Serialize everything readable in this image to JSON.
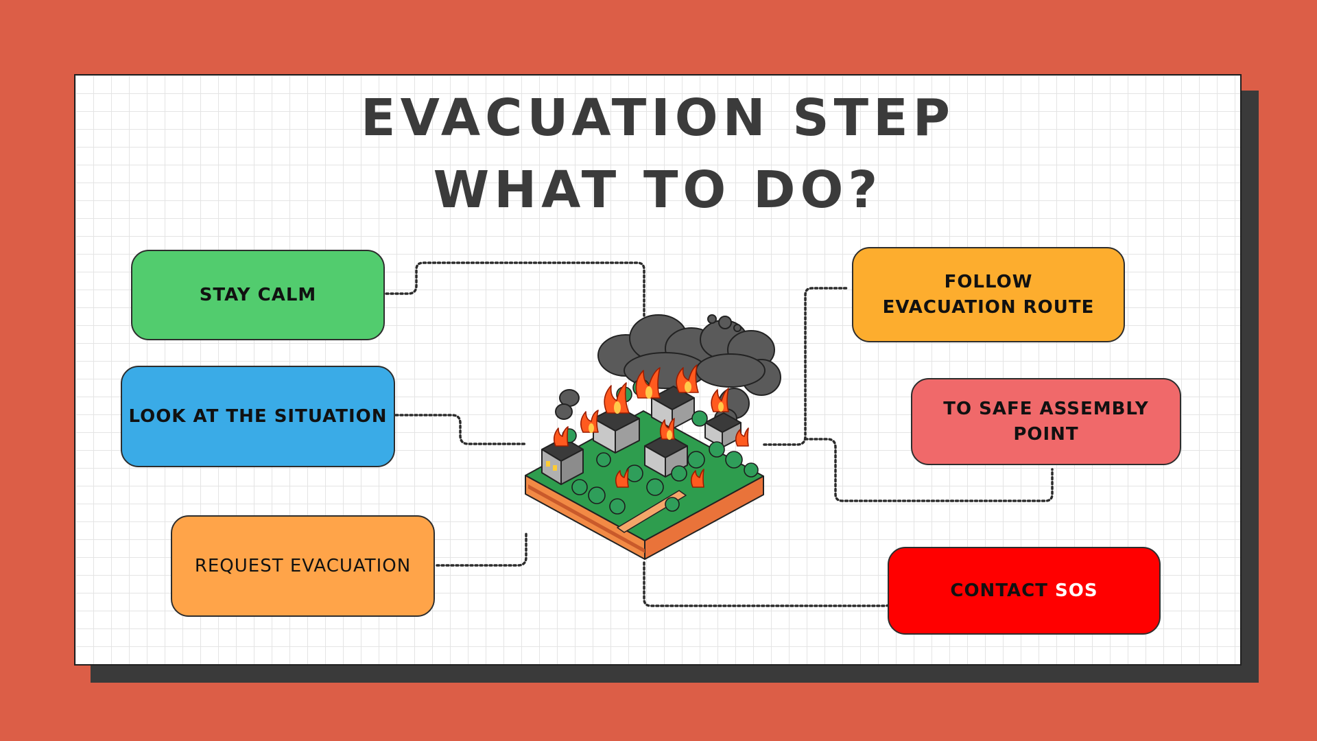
{
  "title": {
    "line1": "EVACUATION STEP",
    "line2": "WHAT TO DO?"
  },
  "steps": {
    "stay_calm": {
      "label": "STAY CALM",
      "color": "#52CC6E"
    },
    "look_situation": {
      "label": "LOOK AT THE SITUATION",
      "color": "#3AABE7"
    },
    "request_evacuation": {
      "label": "REQUEST EVACUATION",
      "color": "#FFA449"
    },
    "follow_route": {
      "label": "FOLLOW EVACUATION ROUTE",
      "color": "#FDAD2E"
    },
    "safe_assembly": {
      "label": "TO SAFE ASSEMBLY POINT",
      "color": "#F0696A"
    },
    "contact_sos": {
      "label": "CONTACT",
      "highlight": "SOS",
      "color": "#FF0000"
    }
  },
  "colors": {
    "background": "#DC5E47",
    "shadow": "#3A3A3A",
    "title": "#3B3B3B"
  },
  "illustration": {
    "icon": "burning-village-icon"
  }
}
